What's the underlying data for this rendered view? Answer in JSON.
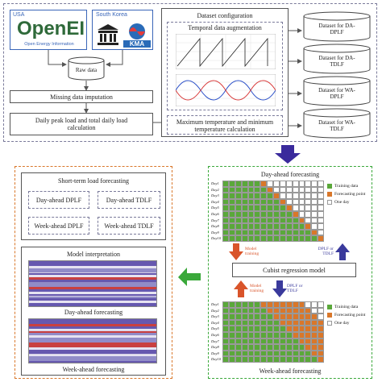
{
  "top": {
    "usa_label": "USA",
    "openei_logo_text": "OpenEI",
    "openei_caption": "Open Energy Information",
    "korea_label": "South Korea",
    "kma_logo_text": "KMA",
    "raw_data": "Raw data",
    "missing_data": "Missing data imputation",
    "daily_peak": "Daily peak load and total daily load calculation",
    "dataset_config_title": "Dataset configuration",
    "temporal_aug": "Temporal data augmentation",
    "max_min_temp": "Maximum temperature and minimum temperature calculation",
    "datasets": [
      "Dataset for DA-DPLF",
      "Dataset for DA-TDLF",
      "Dataset for WA-DPLF",
      "Dataset for WA-TDLF"
    ]
  },
  "left": {
    "stlf_title": "Short-term load forecasting",
    "methods": [
      "Day-ahead DPLF",
      "Day-ahead TDLF",
      "Week-ahead DPLF",
      "Week-ahead TDLF"
    ],
    "model_interp_title": "Model interpretation",
    "day_ahead_caption": "Day-ahead forecasting",
    "week_ahead_caption": "Week-ahead forecasting"
  },
  "right": {
    "day_ahead_title": "Day-ahead forecasting",
    "week_ahead_title": "Week-ahead forecasting",
    "cubist": "Cubist regression model",
    "model_training": "Model training",
    "dplf_tdlf": "DPLF or TDLF",
    "legend": [
      "Training data",
      "Forecasting point",
      "One day"
    ],
    "row_labels": [
      "Day1",
      "Day2",
      "Day3",
      "Day4",
      "Day5",
      "Day6",
      "Day7",
      "Day8",
      "Day9",
      "Day10"
    ],
    "colors": {
      "training": "#5aa83a",
      "forecast": "#d9772a",
      "blank": "#ffffff",
      "red_arrow": "#d9542a",
      "blue_arrow": "#3a3a9c",
      "big_arrow": "#3a2a9c",
      "green_arrow": "#3aa83a"
    }
  }
}
